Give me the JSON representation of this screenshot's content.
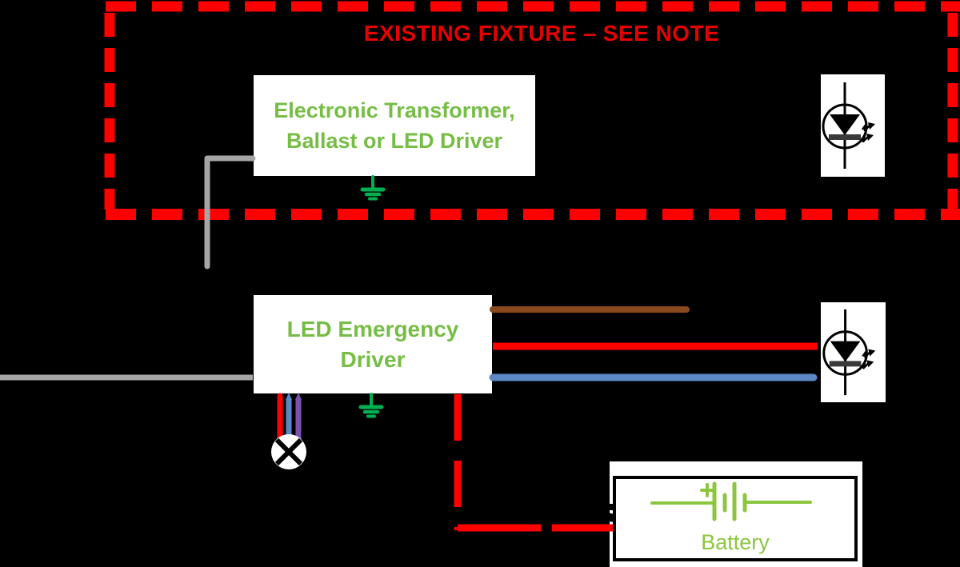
{
  "title": {
    "text": "EXISTING FIXTURE – SEE NOTE"
  },
  "boxes": {
    "transformer": {
      "line1": "Electronic Transformer,",
      "line2": "Ballast or LED Driver"
    },
    "driver": {
      "line1": "LED Emergency",
      "line2": "Driver"
    },
    "battery": {
      "label": "Battery"
    }
  },
  "icons": {
    "led_top": "led-diode-with-light-arrows",
    "led_bottom": "led-diode-with-light-arrows",
    "ground_transformer": "earth-ground",
    "ground_driver": "earth-ground",
    "lamp": "indicator-lamp-circle-x",
    "battery": "two-cell-battery-symbol"
  },
  "colors": {
    "background": "#000000",
    "border_red": "#ff0000",
    "title_red": "#e60000",
    "wire_red": "#ff0000",
    "gray": "#a6a6a6",
    "brown": "#8b4a1d",
    "blue": "#5c88c5",
    "purple": "#7852ac",
    "label_green": "#76bd45",
    "ground_green": "#00b050",
    "battery_green": "#8cc63f",
    "black": "#000000"
  },
  "wires": [
    {
      "name": "supply-wire-gray",
      "color": "#a6a6a6",
      "style": "solid"
    },
    {
      "name": "input-wire-gray",
      "color": "#a6a6a6",
      "style": "solid"
    },
    {
      "name": "output-wire-brown",
      "color": "#8b4a1d",
      "style": "solid"
    },
    {
      "name": "output-wire-red",
      "color": "#ff0000",
      "style": "solid"
    },
    {
      "name": "output-wire-blue",
      "color": "#5c88c5",
      "style": "solid"
    },
    {
      "name": "lamp-wire-red",
      "color": "#ff0000",
      "style": "solid"
    },
    {
      "name": "lamp-wire-blue",
      "color": "#5c88c5",
      "style": "solid"
    },
    {
      "name": "lamp-wire-purple",
      "color": "#7852ac",
      "style": "solid"
    },
    {
      "name": "battery-wire-red",
      "color": "#ff0000",
      "style": "dashed"
    }
  ]
}
